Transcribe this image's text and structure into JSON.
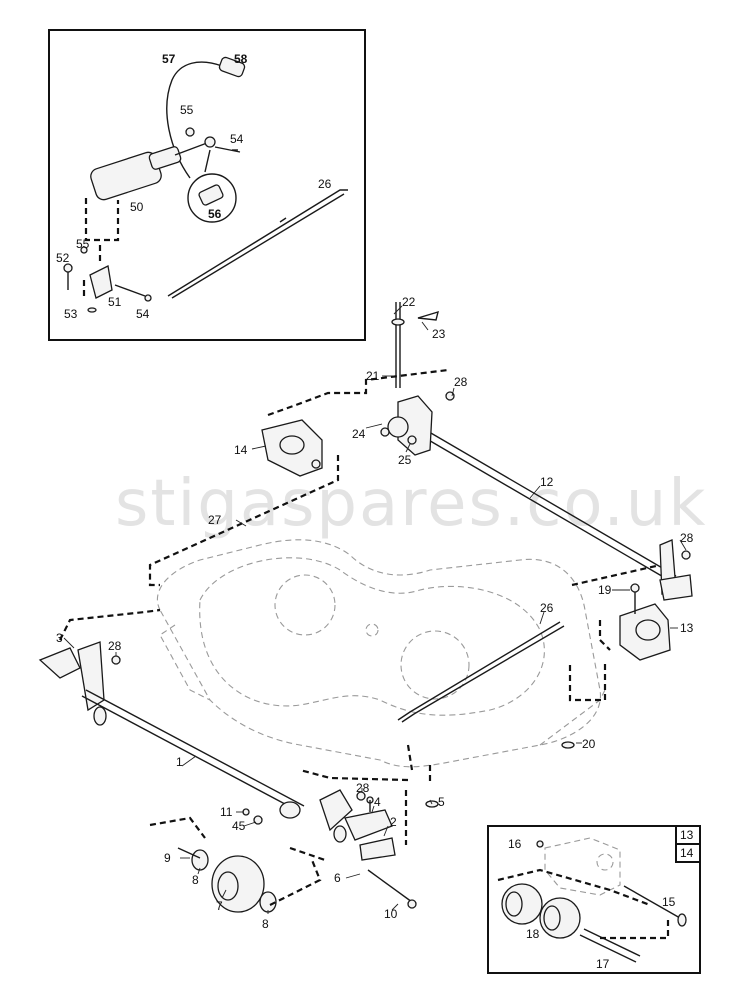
{
  "watermark": "stigaspares.co.uk",
  "inset_top": {
    "callouts": [
      "57",
      "58",
      "55",
      "54",
      "50",
      "56",
      "26",
      "55",
      "52",
      "51",
      "53",
      "54"
    ]
  },
  "inset_bottom": {
    "tags": [
      "13",
      "14"
    ],
    "callouts": [
      "16",
      "15",
      "18",
      "17"
    ]
  },
  "main": {
    "callouts": [
      "22",
      "23",
      "21",
      "28",
      "24",
      "25",
      "14",
      "12",
      "27",
      "28",
      "19",
      "13",
      "26",
      "3",
      "28",
      "20",
      "1",
      "28",
      "4",
      "5",
      "11",
      "45",
      "2",
      "9",
      "8",
      "6",
      "7",
      "8",
      "10"
    ]
  }
}
